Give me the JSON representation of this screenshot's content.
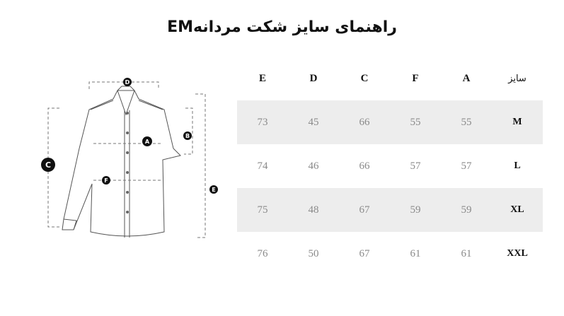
{
  "title": "راهنمای سایز شکت مردانهEM",
  "diagram": {
    "labels": [
      "A",
      "B",
      "C",
      "D",
      "E",
      "F"
    ]
  },
  "table": {
    "headers": [
      "سایز",
      "A",
      "F",
      "C",
      "D",
      "E"
    ],
    "rows": [
      {
        "size": "M",
        "A": "55",
        "F": "55",
        "C": "66",
        "D": "45",
        "E": "73"
      },
      {
        "size": "L",
        "A": "57",
        "F": "57",
        "C": "66",
        "D": "46",
        "E": "74"
      },
      {
        "size": "XL",
        "A": "59",
        "F": "59",
        "C": "67",
        "D": "48",
        "E": "75"
      },
      {
        "size": "XXL",
        "A": "61",
        "F": "61",
        "C": "67",
        "D": "50",
        "E": "76"
      }
    ]
  },
  "colors": {
    "shade": "#ededed",
    "value_text": "#8a8a8a",
    "header_text": "#111111"
  }
}
